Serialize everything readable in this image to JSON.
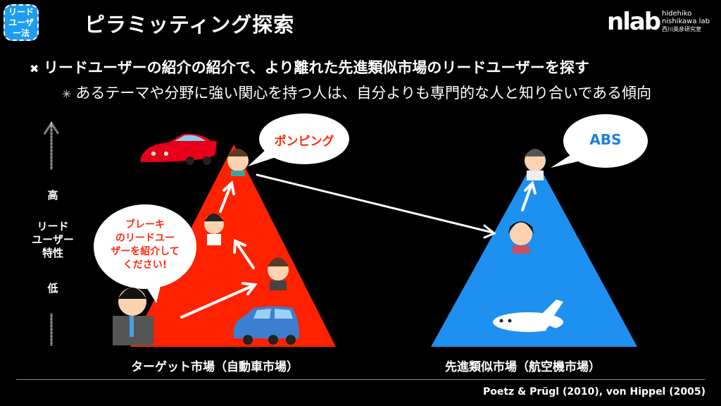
{
  "header": {
    "badge_line1": "リード",
    "badge_line2": "ユーザー法",
    "title": "ピラミッティング探索",
    "logo": {
      "mark": "nlab",
      "line1": "hidehiko",
      "line2": "nishikawa lab",
      "line3": "西川英彦研究室"
    }
  },
  "bullets": {
    "main": "リードユーザーの紹介の紹介で、より離れた先進類似市場のリードユーザーを探す",
    "sub": "あるテーマや分野に強い関心を持つ人は、自分よりも専門的な人と知り合いである傾向"
  },
  "axis": {
    "high": "高",
    "label_line1": "リード",
    "label_line2": "ユーザー",
    "label_line3": "特性",
    "low": "低"
  },
  "target_market": {
    "label": "ターゲット市場（自動車市場）",
    "request_bubble": [
      "ブレーキ",
      "のリードユー",
      "ザーを紹介して",
      "ください!"
    ],
    "top_bubble": "ポンピング"
  },
  "analog_market": {
    "label": "先進類似市場（航空機市場）",
    "top_bubble": "ABS"
  },
  "citation": "Poetz & Prügl (2010), von Hippel (2005)",
  "colors": {
    "badge": "#1e9cf0",
    "target": "#ff2200",
    "analog": "#1e90f0",
    "bubble_text_red": "#ff2a10",
    "bubble_text_blue": "#1e7fe0"
  }
}
